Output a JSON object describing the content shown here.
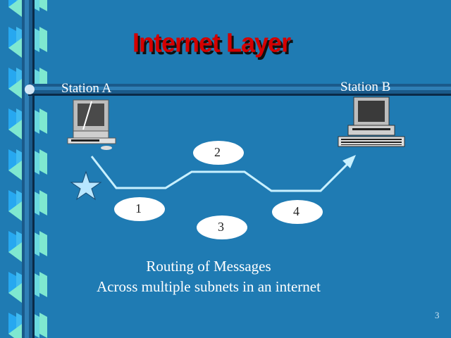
{
  "slide": {
    "title": "Internet Layer",
    "station_a": "Station A",
    "station_b": "Station B",
    "hops": [
      "1",
      "2",
      "3",
      "4"
    ],
    "caption_line1": "Routing of Messages",
    "caption_line2": "Across multiple subnets in an internet",
    "page_number": "3"
  },
  "colors": {
    "background": "#1f7bb3",
    "title": "#d40000",
    "path": "#c8f0ff"
  }
}
